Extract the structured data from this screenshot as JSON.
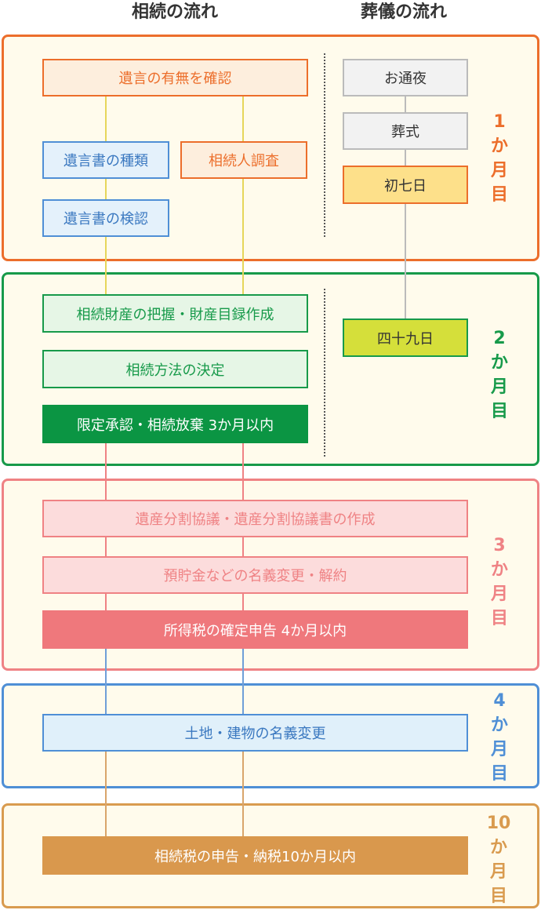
{
  "headers": {
    "inheritance": "相続の流れ",
    "funeral": "葬儀の流れ"
  },
  "colors": {
    "month1": "#ec6e2b",
    "month2": "#179a4a",
    "month3": "#ef8284",
    "month4": "#4f8fd6",
    "month10": "#d99b4f"
  },
  "month1": {
    "label": [
      "1",
      "か",
      "月",
      "目"
    ],
    "will_check": "遺言の有無を確認",
    "will_type": "遺言書の種類",
    "heir_survey": "相続人調査",
    "will_probate": "遺言書の検認",
    "otsuya": "お通夜",
    "funeral": "葬式",
    "shonanoka": "初七日"
  },
  "month2": {
    "label": [
      "2",
      "か",
      "月",
      "目"
    ],
    "asset_inventory": "相続財産の把握・財産目録作成",
    "method_decision": "相続方法の決定",
    "renunciation": "限定承認・相続放棄 3か月以内",
    "shijukunichi": "四十九日"
  },
  "month3": {
    "label": [
      "3",
      "か",
      "月",
      "目"
    ],
    "division": "遺産分割協議・遺産分割協議書の作成",
    "deposits": "預貯金などの名義変更・解約",
    "income_tax": "所得税の確定申告 4か月以内"
  },
  "month4": {
    "label": [
      "4",
      "か",
      "月",
      "目"
    ],
    "real_estate": "土地・建物の名義変更"
  },
  "month10": {
    "label": [
      "10",
      "か",
      "月",
      "目"
    ],
    "inheritance_tax": "相続税の申告・納税10か月以内"
  }
}
